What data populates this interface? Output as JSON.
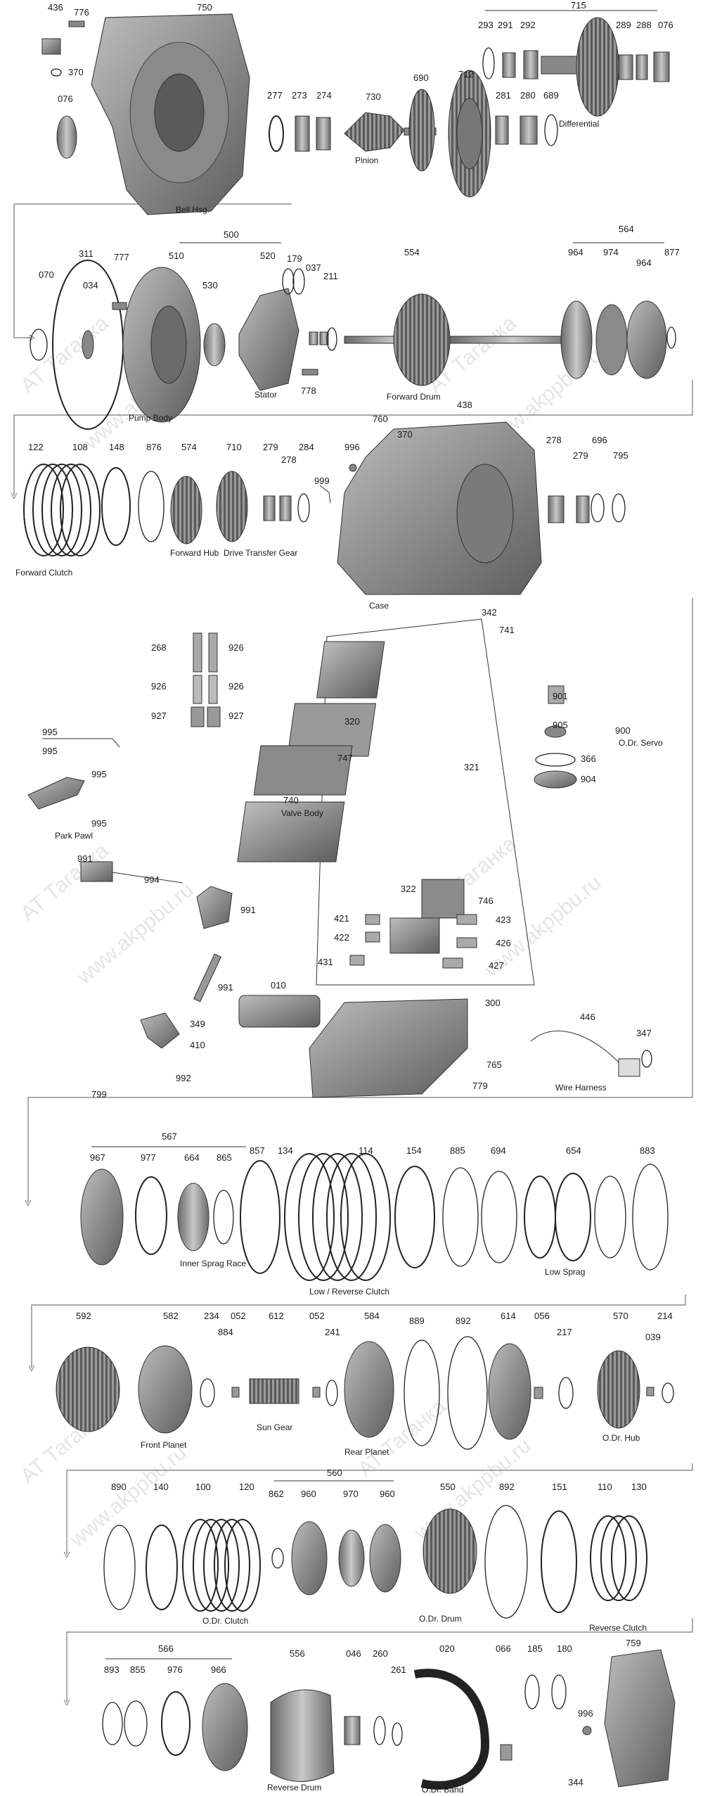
{
  "row1": {
    "labels": [
      "436",
      "776",
      "750",
      "370",
      "076",
      "277",
      "273",
      "274",
      "730",
      "690",
      "712",
      "293",
      "291",
      "292",
      "715",
      "289",
      "288",
      "076",
      "281",
      "280",
      "689"
    ],
    "captions": {
      "bell_hsg": "Bell Hsg.",
      "pinion": "Pinion",
      "differential": "Differential"
    }
  },
  "row2": {
    "labels": [
      "311",
      "777",
      "500",
      "510",
      "520",
      "179",
      "037",
      "211",
      "554",
      "564",
      "964",
      "974",
      "964",
      "877",
      "070",
      "034",
      "530"
    ],
    "captions": {
      "pump_body": "Pump Body",
      "stator": "Stator",
      "forward_drum": "Forward Drum"
    },
    "label_778": "778"
  },
  "row3": {
    "labels": [
      "438",
      "760",
      "370",
      "122",
      "108",
      "148",
      "876",
      "574",
      "710",
      "279",
      "278",
      "284",
      "999",
      "996",
      "278",
      "279",
      "696",
      "795"
    ],
    "captions": {
      "forward_clutch": "Forward Clutch",
      "forward_hub": "Forward Hub",
      "drive_transfer_gear": "Drive Transfer Gear",
      "case": "Case"
    }
  },
  "middle": {
    "labels": [
      "342",
      "741",
      "268",
      "926",
      "926",
      "926",
      "927",
      "927",
      "995",
      "995",
      "995",
      "995",
      "320",
      "901",
      "905",
      "747",
      "321",
      "900",
      "366",
      "904",
      "991",
      "994",
      "991",
      "322",
      "746",
      "421",
      "423",
      "422",
      "426",
      "431",
      "427",
      "991",
      "010",
      "300",
      "349",
      "410",
      "446",
      "347",
      "992",
      "765",
      "799",
      "779"
    ],
    "captions": {
      "od_servo": "O.Dr. Servo",
      "park_pawl": "Park Pawl",
      "valve_body": "Valve Body",
      "wire_harness": "Wire Harness"
    },
    "label_740": "740"
  },
  "row4": {
    "labels": [
      "567",
      "967",
      "977",
      "664",
      "865",
      "857",
      "134",
      "114",
      "154",
      "885",
      "694",
      "654",
      "883"
    ],
    "captions": {
      "inner_sprag_race": "Inner Sprag Race",
      "low_reverse_clutch": "Low / Reverse Clutch",
      "low_sprag": "Low Sprag"
    }
  },
  "row5": {
    "labels": [
      "592",
      "582",
      "234",
      "052",
      "884",
      "612",
      "052",
      "241",
      "584",
      "889",
      "892",
      "614",
      "056",
      "217",
      "570",
      "214",
      "039"
    ],
    "captions": {
      "front_planet": "Front Planet",
      "sun_gear": "Sun Gear",
      "rear_planet": "Rear Planet",
      "od_hub": "O.Dr. Hub"
    }
  },
  "row6": {
    "labels": [
      "890",
      "140",
      "100",
      "120",
      "560",
      "862",
      "960",
      "970",
      "960",
      "550",
      "892",
      "151",
      "110",
      "130"
    ],
    "captions": {
      "od_clutch": "O.Dr. Clutch",
      "od_drum": "O.Dr. Drum",
      "reverse_clutch": "Reverse Clutch"
    }
  },
  "row7": {
    "labels": [
      "566",
      "893",
      "855",
      "976",
      "966",
      "556",
      "046",
      "260",
      "261",
      "020",
      "066",
      "185",
      "180",
      "759",
      "996",
      "344"
    ],
    "captions": {
      "reverse_drum": "Reverse Drum",
      "od_band": "O.Dr. Band"
    }
  },
  "watermarks": [
    "AT Таганка",
    "www.akppbu.ru"
  ]
}
